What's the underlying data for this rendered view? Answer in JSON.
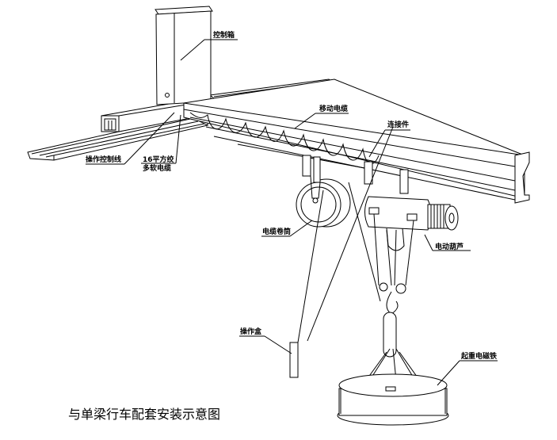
{
  "diagram": {
    "caption": "与单梁行车配套安装示意图",
    "labels": {
      "control_box": "控制箱",
      "moving_cable": "移动电缆",
      "connector": "连接件",
      "operation_control_line": "操作控制线",
      "soft_cable_line1": "16平方绞",
      "soft_cable_line2": "多软电缆",
      "cable_reel": "电缆卷筒",
      "electric_hoist": "电动葫芦",
      "operation_box": "操作盒",
      "lifting_magnet": "起重电磁铁"
    },
    "colors": {
      "line": "#000000",
      "background": "#ffffff"
    }
  }
}
